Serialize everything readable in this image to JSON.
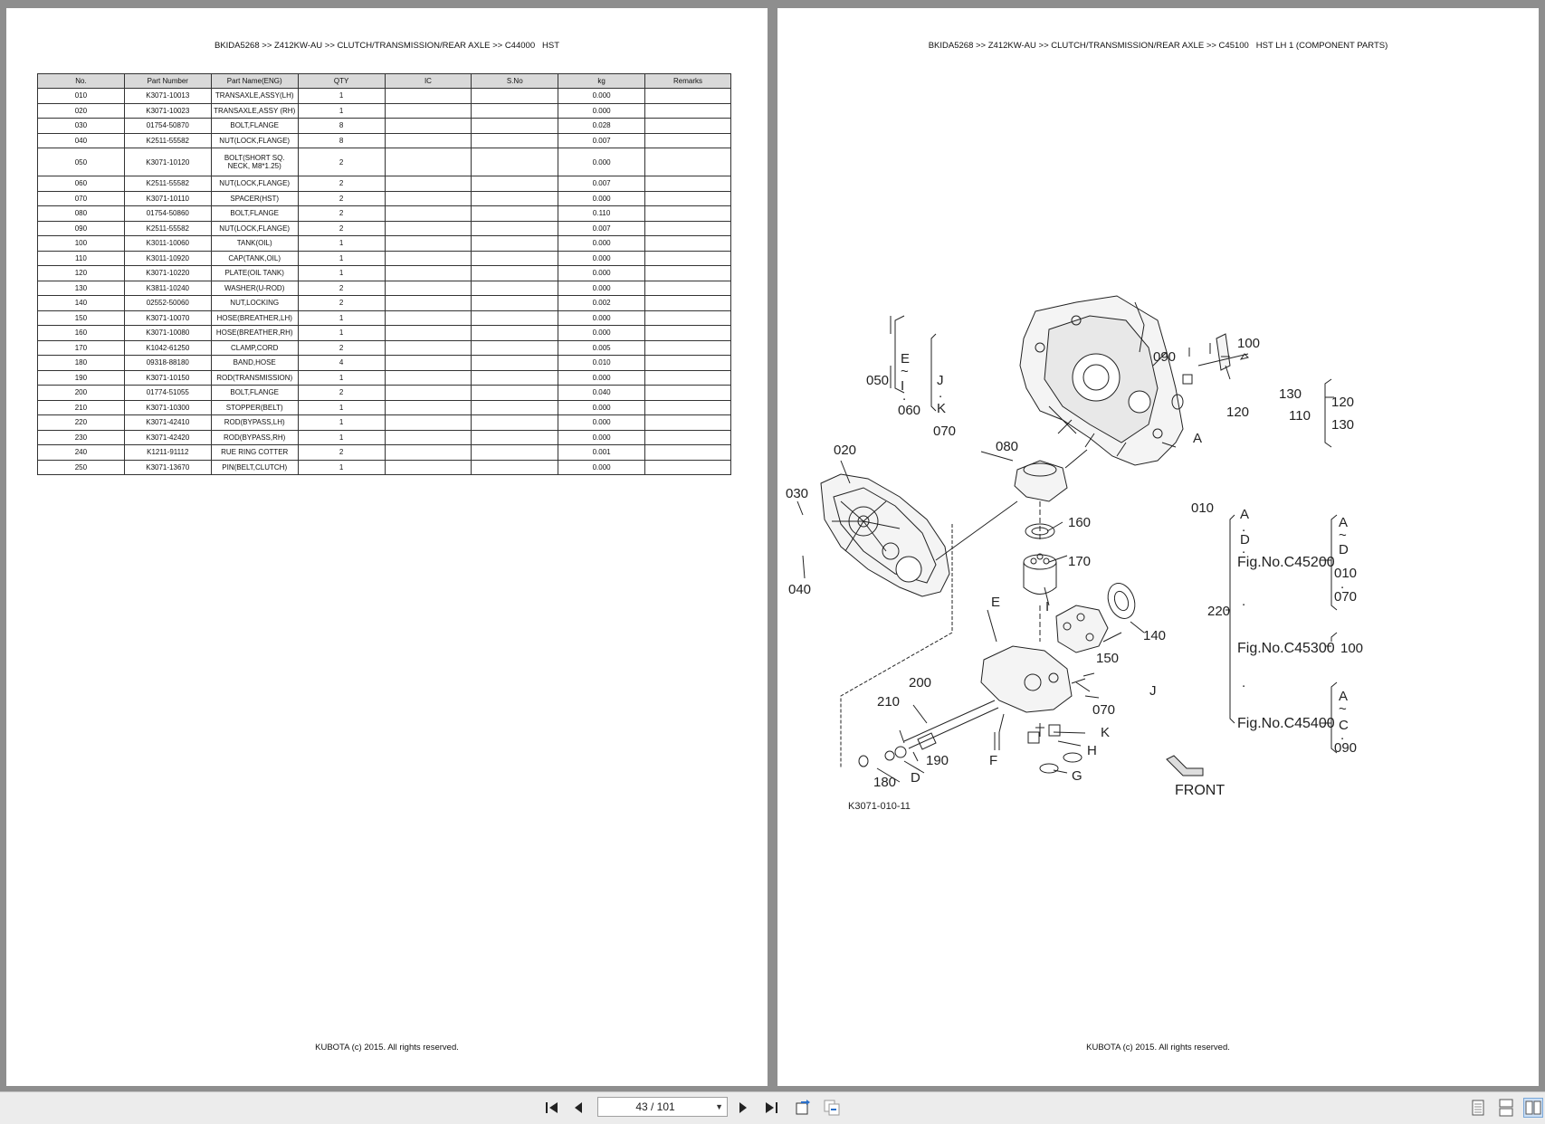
{
  "left_page": {
    "header": "BKIDA5268 >> Z412KW-AU >> CLUTCH/TRANSMISSION/REAR AXLE >> C44000   HST",
    "columns": [
      "No.",
      "Part Number",
      "Part Name(ENG)",
      "QTY",
      "IC",
      "S.No",
      "kg",
      "Remarks"
    ],
    "rows": [
      {
        "no": "010",
        "part": "K3071-10013",
        "name": "TRANSAXLE,ASSY(LH)",
        "qty": "1",
        "ic": "",
        "sno": "",
        "kg": "0.000",
        "remarks": ""
      },
      {
        "no": "020",
        "part": "K3071-10023",
        "name": "TRANSAXLE,ASSY (RH)",
        "qty": "1",
        "ic": "",
        "sno": "",
        "kg": "0.000",
        "remarks": ""
      },
      {
        "no": "030",
        "part": "01754-50870",
        "name": "BOLT,FLANGE",
        "qty": "8",
        "ic": "",
        "sno": "",
        "kg": "0.028",
        "remarks": ""
      },
      {
        "no": "040",
        "part": "K2511-55582",
        "name": "NUT(LOCK,FLANGE)",
        "qty": "8",
        "ic": "",
        "sno": "",
        "kg": "0.007",
        "remarks": ""
      },
      {
        "no": "050",
        "part": "K3071-10120",
        "name": "BOLT(SHORT SQ. NECK, M8*1.25)",
        "qty": "2",
        "ic": "",
        "sno": "",
        "kg": "0.000",
        "remarks": ""
      },
      {
        "no": "060",
        "part": "K2511-55582",
        "name": "NUT(LOCK,FLANGE)",
        "qty": "2",
        "ic": "",
        "sno": "",
        "kg": "0.007",
        "remarks": ""
      },
      {
        "no": "070",
        "part": "K3071-10110",
        "name": "SPACER(HST)",
        "qty": "2",
        "ic": "",
        "sno": "",
        "kg": "0.000",
        "remarks": ""
      },
      {
        "no": "080",
        "part": "01754-50860",
        "name": "BOLT,FLANGE",
        "qty": "2",
        "ic": "",
        "sno": "",
        "kg": "0.110",
        "remarks": ""
      },
      {
        "no": "090",
        "part": "K2511-55582",
        "name": "NUT(LOCK,FLANGE)",
        "qty": "2",
        "ic": "",
        "sno": "",
        "kg": "0.007",
        "remarks": ""
      },
      {
        "no": "100",
        "part": "K3011-10060",
        "name": "TANK(OIL)",
        "qty": "1",
        "ic": "",
        "sno": "",
        "kg": "0.000",
        "remarks": ""
      },
      {
        "no": "110",
        "part": "K3011-10920",
        "name": "CAP(TANK,OIL)",
        "qty": "1",
        "ic": "",
        "sno": "",
        "kg": "0.000",
        "remarks": ""
      },
      {
        "no": "120",
        "part": "K3071-10220",
        "name": "PLATE(OIL TANK)",
        "qty": "1",
        "ic": "",
        "sno": "",
        "kg": "0.000",
        "remarks": ""
      },
      {
        "no": "130",
        "part": "K3811-10240",
        "name": "WASHER(U-ROD)",
        "qty": "2",
        "ic": "",
        "sno": "",
        "kg": "0.000",
        "remarks": ""
      },
      {
        "no": "140",
        "part": "02552-50060",
        "name": "NUT,LOCKING",
        "qty": "2",
        "ic": "",
        "sno": "",
        "kg": "0.002",
        "remarks": ""
      },
      {
        "no": "150",
        "part": "K3071-10070",
        "name": "HOSE(BREATHER,LH)",
        "qty": "1",
        "ic": "",
        "sno": "",
        "kg": "0.000",
        "remarks": ""
      },
      {
        "no": "160",
        "part": "K3071-10080",
        "name": "HOSE(BREATHER,RH)",
        "qty": "1",
        "ic": "",
        "sno": "",
        "kg": "0.000",
        "remarks": ""
      },
      {
        "no": "170",
        "part": "K1042-61250",
        "name": "CLAMP,CORD",
        "qty": "2",
        "ic": "",
        "sno": "",
        "kg": "0.005",
        "remarks": ""
      },
      {
        "no": "180",
        "part": "09318-88180",
        "name": "BAND,HOSE",
        "qty": "4",
        "ic": "",
        "sno": "",
        "kg": "0.010",
        "remarks": ""
      },
      {
        "no": "190",
        "part": "K3071-10150",
        "name": "ROD(TRANSMISSION)",
        "qty": "1",
        "ic": "",
        "sno": "",
        "kg": "0.000",
        "remarks": ""
      },
      {
        "no": "200",
        "part": "01774-51055",
        "name": "BOLT,FLANGE",
        "qty": "2",
        "ic": "",
        "sno": "",
        "kg": "0.040",
        "remarks": ""
      },
      {
        "no": "210",
        "part": "K3071-10300",
        "name": "STOPPER(BELT)",
        "qty": "1",
        "ic": "",
        "sno": "",
        "kg": "0.000",
        "remarks": ""
      },
      {
        "no": "220",
        "part": "K3071-42410",
        "name": "ROD(BYPASS,LH)",
        "qty": "1",
        "ic": "",
        "sno": "",
        "kg": "0.000",
        "remarks": ""
      },
      {
        "no": "230",
        "part": "K3071-42420",
        "name": "ROD(BYPASS,RH)",
        "qty": "1",
        "ic": "",
        "sno": "",
        "kg": "0.000",
        "remarks": ""
      },
      {
        "no": "240",
        "part": "K1211-91112",
        "name": "RUE RING COTTER",
        "qty": "2",
        "ic": "",
        "sno": "",
        "kg": "0.001",
        "remarks": ""
      },
      {
        "no": "250",
        "part": "K3071-13670",
        "name": "PIN(BELT,CLUTCH)",
        "qty": "1",
        "ic": "",
        "sno": "",
        "kg": "0.000",
        "remarks": ""
      }
    ],
    "footer": "KUBOTA (c) 2015. All rights reserved."
  },
  "right_page": {
    "header": "BKIDA5268 >> Z412KW-AU >> CLUTCH/TRANSMISSION/REAR AXLE >> C45100   HST LH 1 (COMPONENT PARTS)",
    "diagram": {
      "callouts": [
        "100",
        "090",
        "130",
        "120",
        "110",
        "A",
        "050",
        "060",
        "070",
        "020",
        "080",
        "030",
        "010",
        "160",
        "170",
        "040",
        "E",
        "I",
        "140",
        "150",
        "200",
        "210",
        "070",
        "J",
        "K",
        "H",
        "F",
        "G",
        "190",
        "D",
        "180",
        "220",
        "FRONT"
      ],
      "group_labels": {
        "e_i": [
          "E",
          "~",
          "I",
          "."
        ],
        "j_k": [
          "J",
          ".",
          "K"
        ],
        "side_120_130": [
          "120",
          "130"
        ],
        "a_d": [
          "A",
          ".",
          "D",
          "."
        ],
        "a_d_right": [
          "A",
          "~",
          "D",
          "010",
          ".",
          "070"
        ],
        "a_c_right": [
          "A",
          "~",
          "C",
          ".",
          "090"
        ],
        "fig_c45200": "Fig.No.C45200",
        "fig_c45300": "Fig.No.C45300",
        "fig_c45400": "Fig.No.C45400",
        "c45300_value": "100",
        "dot": "."
      },
      "figure_id": "K3071-010-11"
    },
    "footer": "KUBOTA (c) 2015. All rights reserved."
  },
  "toolbar": {
    "page_indicator": "43 / 101",
    "icons": [
      "first-page-icon",
      "prev-page-icon",
      "next-page-icon",
      "last-page-icon",
      "rotate-icon",
      "fit-icon",
      "single-page-icon",
      "continuous-icon",
      "two-page-icon"
    ]
  }
}
